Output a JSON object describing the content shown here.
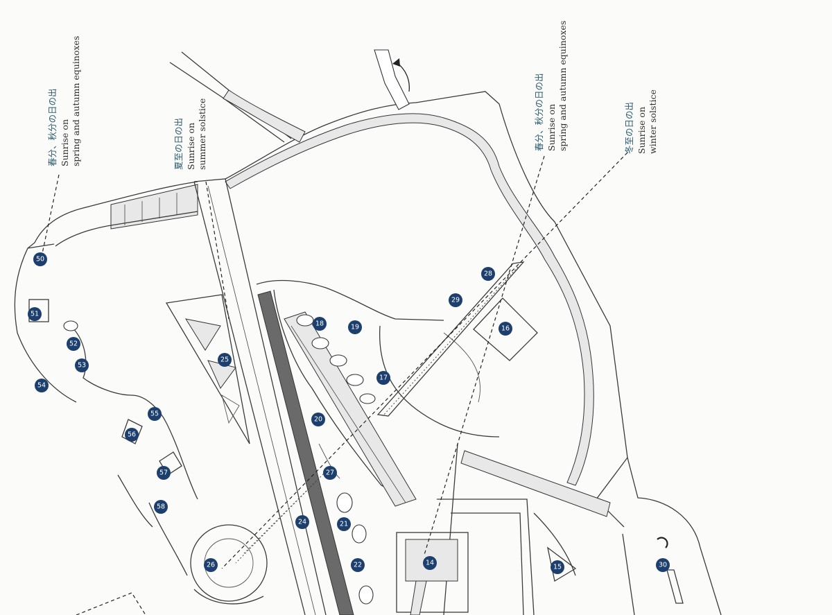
{
  "sunrise_labels": [
    {
      "id": "equinox-left",
      "jp": "春分、秋分の日の出",
      "en1": "Sunrise on",
      "en2": "spring and autumn equinoxes"
    },
    {
      "id": "summer-solstice",
      "jp": "夏至の日の出",
      "en1": "Sunrise on",
      "en2": "summer solstice"
    },
    {
      "id": "equinox-right",
      "jp": "春分、秋分の日の出",
      "en1": "Sunrise on",
      "en2": "spring and autumn equinoxes"
    },
    {
      "id": "winter-solstice",
      "jp": "冬至の日の出",
      "en1": "Sunrise on",
      "en2": "winter solstice"
    }
  ],
  "markers": [
    {
      "n": "14"
    },
    {
      "n": "15"
    },
    {
      "n": "16"
    },
    {
      "n": "17"
    },
    {
      "n": "18"
    },
    {
      "n": "19"
    },
    {
      "n": "20"
    },
    {
      "n": "21"
    },
    {
      "n": "22"
    },
    {
      "n": "24"
    },
    {
      "n": "25"
    },
    {
      "n": "26"
    },
    {
      "n": "27"
    },
    {
      "n": "28"
    },
    {
      "n": "29"
    },
    {
      "n": "30"
    },
    {
      "n": "50"
    },
    {
      "n": "51"
    },
    {
      "n": "52"
    },
    {
      "n": "53"
    },
    {
      "n": "54"
    },
    {
      "n": "55"
    },
    {
      "n": "56"
    },
    {
      "n": "57"
    },
    {
      "n": "58"
    }
  ],
  "colors": {
    "marker": "#1d3f6e",
    "ink": "#333333",
    "paper": "#fbfbfa",
    "japanese_text": "#2b5c6e"
  }
}
